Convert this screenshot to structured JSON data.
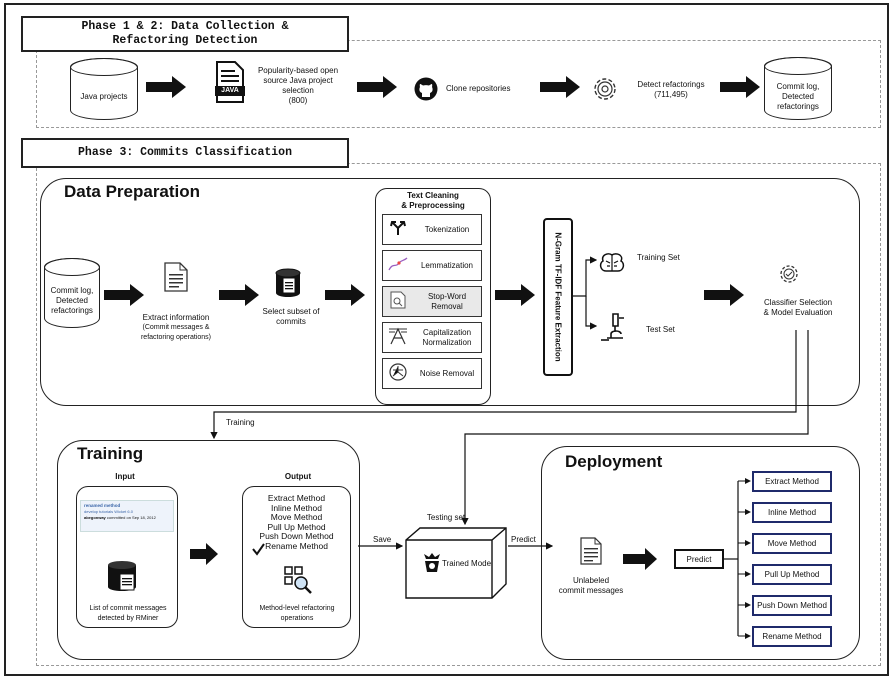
{
  "phase12": {
    "title_line1": "Phase 1 & 2:  Data Collection &",
    "title_line2": "Refactoring Detection",
    "java_projects": "Java projects",
    "java_badge": "JAVA",
    "selection_l1": "Popularity-based open",
    "selection_l2": "source Java project",
    "selection_l3": "selection",
    "selection_l4": "(800)",
    "clone": "Clone repositories",
    "detect_l1": "Detect refactorings",
    "detect_l2": "(711,495)",
    "commit_log_l1": "Commit log,",
    "commit_log_l2": "Detected",
    "commit_log_l3": "refactorings"
  },
  "phase3": {
    "title": "Phase 3:  Commits Classification"
  },
  "data_prep": {
    "title": "Data Preparation",
    "commit_log_l1": "Commit log,",
    "commit_log_l2": "Detected",
    "commit_log_l3": "refactorings",
    "extract_l1": "Extract information",
    "extract_l2": "(Commit messages &",
    "extract_l3": "refactoring operations)",
    "subset_l1": "Select subset of",
    "subset_l2": "commits",
    "cleaning_l1": "Text Cleaning",
    "cleaning_l2": "& Preprocessing",
    "steps": [
      {
        "l1": "Tokenization",
        "l2": ""
      },
      {
        "l1": "Lemmatization",
        "l2": ""
      },
      {
        "l1": "Stop-Word",
        "l2": "Removal"
      },
      {
        "l1": "Capitalization",
        "l2": "Normalization"
      },
      {
        "l1": "Noise Removal",
        "l2": ""
      }
    ],
    "ngram": "N-Gram TF-IDF Feature Extraction",
    "training_set": "Training Set",
    "test_set": "Test Set",
    "classifier_l1": "Classifier Selection",
    "classifier_l2": "& Model Evaluation"
  },
  "training": {
    "title": "Training",
    "training_label": "Training",
    "input": "Input",
    "output": "Output",
    "card_title": "renamed method",
    "card_tag1": "develop",
    "card_tag2": "tutorials",
    "card_tag3": "Wicket 6.0",
    "card_user": "abegonway",
    "card_meta": "committed on Sep 18, 2012",
    "list_l1": "List of commit messages",
    "list_l2": "detected by RMiner",
    "methods": [
      "Extract Method",
      "Inline Method",
      "Move Method",
      "Pull Up Method",
      "Push Down Method",
      "Rename Method"
    ],
    "method_level_l1": "Method-level refactoring",
    "method_level_l2": "operations",
    "save": "Save"
  },
  "model": {
    "testing_set": "Testing set",
    "predict": "Predict",
    "trained_model": "Trained Model"
  },
  "deployment": {
    "title": "Deployment",
    "unlabeled_l1": "Unlabeled",
    "unlabeled_l2": "commit messages",
    "predict_box": "Predict",
    "outputs": [
      "Extract Method",
      "Inline Method",
      "Move Method",
      "Pull Up Method",
      "Push Down Method",
      "Rename Method"
    ]
  }
}
